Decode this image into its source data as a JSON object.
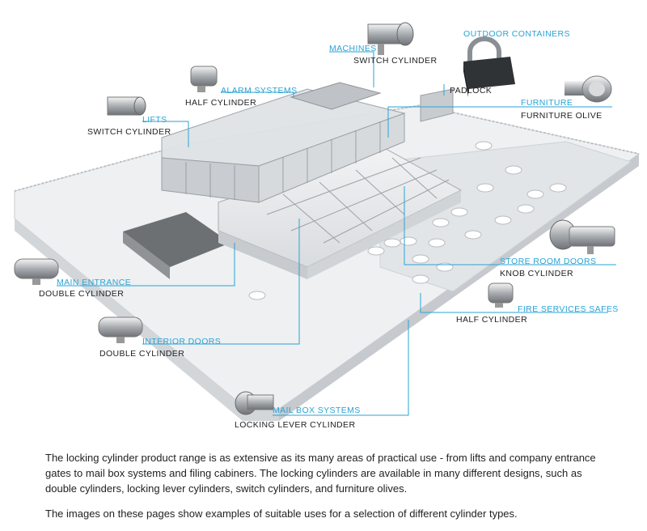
{
  "labels": {
    "lifts": {
      "category": "LIFTS",
      "type": "SWITCH CYLINDER"
    },
    "alarm": {
      "category": "ALARM SYSTEMS",
      "type": "HALF CYLINDER"
    },
    "machines": {
      "category": "MACHINES",
      "type": "SWITCH CYLINDER"
    },
    "outdoor": {
      "category": "OUTDOOR CONTAINERS",
      "type": "PADLOCK"
    },
    "furniture": {
      "category": "FURNITURE",
      "type": "FURNITURE OLIVE"
    },
    "store": {
      "category": "STORE ROOM DOORS",
      "type": "KNOB CYLINDER"
    },
    "fire": {
      "category": "FIRE SERVICES SAFES",
      "type": "HALF CYLINDER"
    },
    "main": {
      "category": "MAIN ENTRANCE",
      "type": "DOUBLE CYLINDER"
    },
    "interior": {
      "category": "INTERIOR DOORS",
      "type": "DOUBLE CYLINDER"
    },
    "mailbox": {
      "category": "MAIL BOX SYSTEMS",
      "type": "LOCKING LEVER CYLINDER"
    }
  },
  "description": {
    "p1": "The locking cylinder product range is as extensive as its many areas of practical use - from lifts and company entrance gates to mail box systems and filing cabiners. The locking cylinders are available in many different designs, such as double cylinders, locking lever cylinders, switch cylinders, and furniture olives.",
    "p2": "The images on these pages show examples of suitable uses for a selection of different cylinder types."
  },
  "colors": {
    "accent": "#2aa3d6",
    "text": "#222222",
    "building": "#e6e8ea"
  }
}
